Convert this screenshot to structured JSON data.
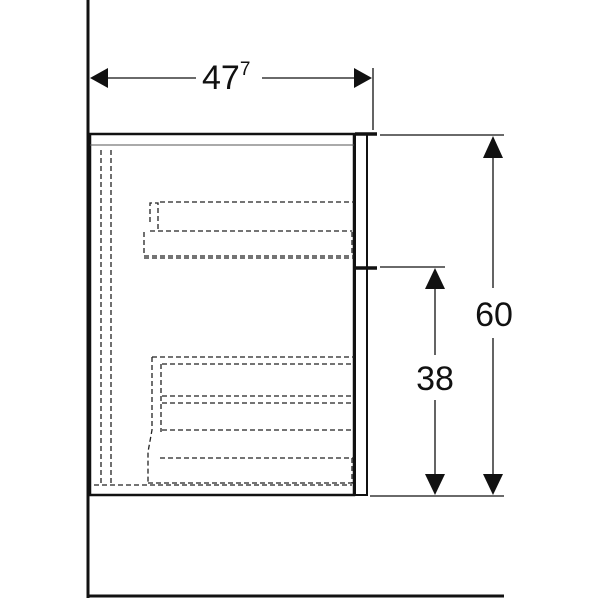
{
  "diagram": {
    "type": "technical-drawing",
    "subject": "vanity-unit-side-view",
    "colors": {
      "line": "#111111",
      "background": "#ffffff"
    },
    "dimensions": {
      "depth": {
        "main": "47",
        "superscript": "7"
      },
      "total_height": "60",
      "drawer_height": "38"
    }
  }
}
